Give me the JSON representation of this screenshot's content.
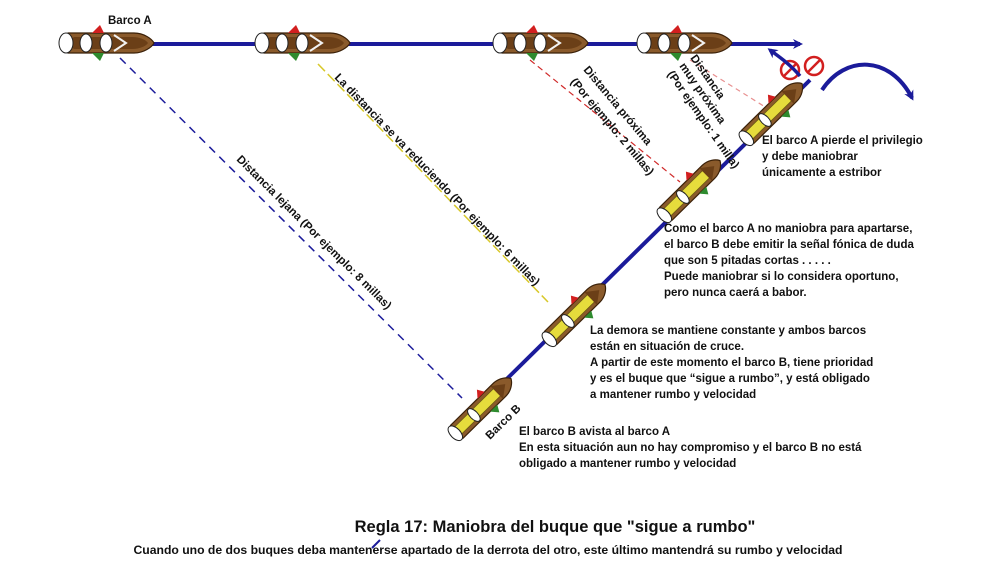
{
  "labels": {
    "ship_a": "Barco A",
    "ship_b": "Barco B"
  },
  "distances": {
    "far": "Distancia lejana (Por ejemplo: 8 millas)",
    "reducing": "La distancia se va reduciendo (Por ejemplo: 6 millas)",
    "near_1": "Distancia próxima",
    "near_2": "(Por ejemplo: 2 millas)",
    "very_near_1": "Distancia",
    "very_near_2": "muy próxima",
    "very_near_3": "(Por ejemplo: 1 milla)"
  },
  "notes": {
    "n1": [
      "El barco B avista al barco A",
      "En esta situación aun no hay compromiso y el barco B no está",
      "obligado a mantener rumbo y velocidad"
    ],
    "n2": [
      "La demora se mantiene constante y ambos barcos",
      "están en situación de cruce.",
      "A partir de este momento el barco B, tiene prioridad",
      "y es el buque que “sigue a rumbo”, y está obligado",
      "a mantener rumbo y velocidad"
    ],
    "n3": [
      "Como el barco A no maniobra para apartarse,",
      "el barco B debe emitir la señal fónica de duda",
      "que son 5 pitadas cortas . . . . .",
      "Puede maniobrar si lo considera oportuno,",
      "pero nunca caerá a babor."
    ],
    "n4": [
      "El barco A pierde el privilegio",
      "y debe maniobrar",
      "únicamente a estribor"
    ]
  },
  "footer": {
    "title": "Regla 17: Maniobra del buque que \"sigue a rumbo\"",
    "subtitle": "Cuando uno de dos buques deba mantenerse apartado de la derrota del otro, este último mantendrá su rumbo y velocidad"
  },
  "colors": {
    "track": "#1b1b9a",
    "hull": "#8a5a2b",
    "hull_dark": "#5a3414",
    "deck_b": "#e6dc3c",
    "port_light": "#d21f1f",
    "starboard_light": "#2e8b2e",
    "line_far": "#1b1b9a",
    "line_reducing": "#d8c82a",
    "line_near": "#d02a2a",
    "line_very_near": "#e89090",
    "prohibited": "#d21f1f"
  }
}
